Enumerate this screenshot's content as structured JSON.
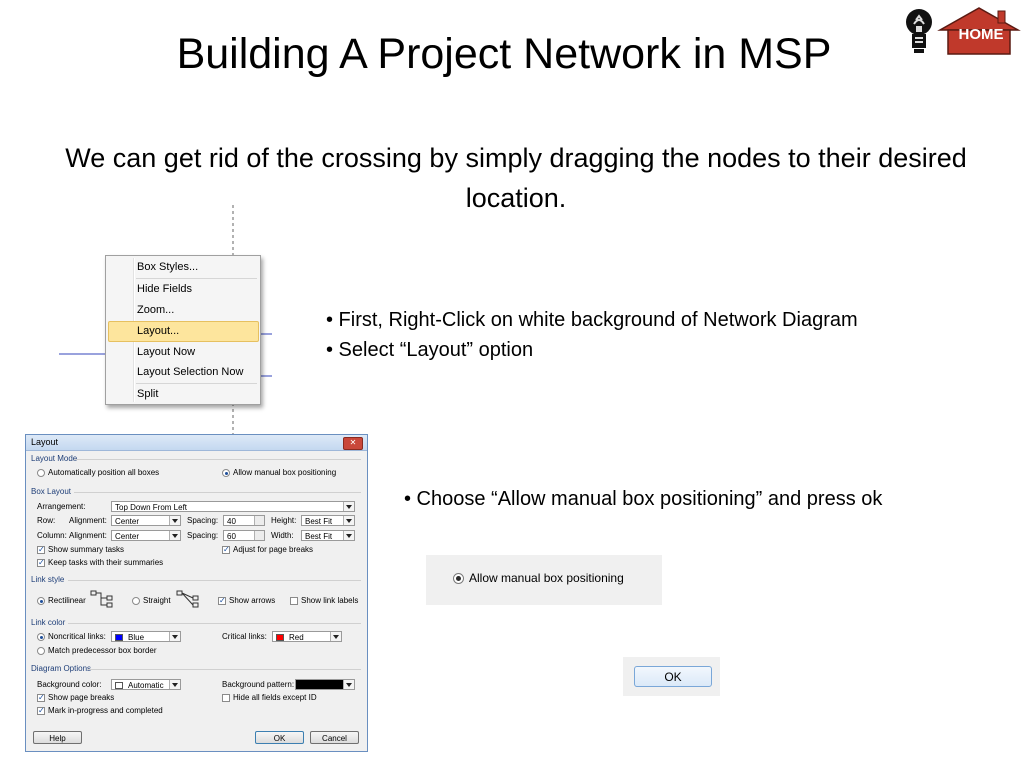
{
  "slide": {
    "title": "Building A Project Network in MSP",
    "subtitle": "We can get rid of the crossing by simply dragging the nodes to their desired location."
  },
  "home_button": {
    "label": "HOME",
    "color": "#c0392b"
  },
  "context_menu": {
    "items": [
      "Box Styles...",
      "Hide Fields",
      "Zoom...",
      "Layout...",
      "Layout Now",
      "Layout Selection Now",
      "Split"
    ],
    "highlighted": "Layout...",
    "highlight_color": "#fde59d"
  },
  "bullets": {
    "b1": "• First, Right-Click on white background of Network Diagram",
    "b2": "• Select “Layout” option",
    "b3": "• Choose “Allow manual box positioning” and press ok"
  },
  "dialog": {
    "title": "Layout",
    "layout_mode": {
      "label": "Layout Mode",
      "auto": "Automatically position all boxes",
      "manual": "Allow manual box positioning"
    },
    "box_layout": {
      "label": "Box Layout",
      "arrangement_label": "Arrangement:",
      "arrangement_value": "Top Down From Left",
      "row_label": "Row:",
      "column_label": "Column:",
      "alignment_label": "Alignment:",
      "row_alignment": "Center",
      "column_alignment": "Center",
      "spacing_label": "Spacing:",
      "row_spacing": "40",
      "column_spacing": "60",
      "height_label": "Height:",
      "height_value": "Best Fit",
      "width_label": "Width:",
      "width_value": "Best Fit",
      "show_summary": "Show summary tasks",
      "adjust_breaks": "Adjust for page breaks",
      "keep_tasks": "Keep tasks with their summaries"
    },
    "link_style": {
      "label": "Link style",
      "rectilinear": "Rectilinear",
      "straight": "Straight",
      "show_arrows": "Show arrows",
      "show_link_labels": "Show link labels"
    },
    "link_color": {
      "label": "Link color",
      "noncritical_label": "Noncritical links:",
      "noncritical_value": "Blue",
      "noncritical_color": "#0000ff",
      "critical_label": "Critical links:",
      "critical_value": "Red",
      "critical_color": "#ff0000",
      "match_border": "Match predecessor box border"
    },
    "diagram_options": {
      "label": "Diagram Options",
      "bg_color_label": "Background color:",
      "bg_color_value": "Automatic",
      "bg_pattern_label": "Background pattern:",
      "show_page_breaks": "Show page breaks",
      "hide_fields": "Hide all fields except ID",
      "mark_in_progress": "Mark in-progress and completed"
    },
    "buttons": {
      "help": "Help",
      "ok": "OK",
      "cancel": "Cancel"
    }
  },
  "crop_manual": "Allow manual box positioning",
  "crop_ok": "OK"
}
